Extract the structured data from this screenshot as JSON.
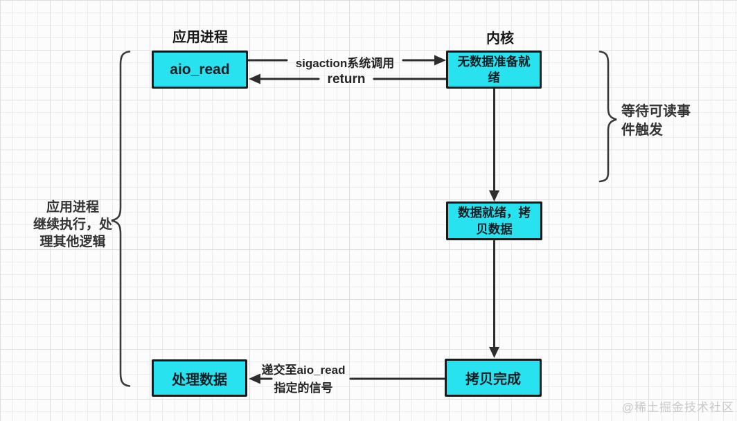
{
  "headers": {
    "app_process": "应用进程",
    "kernel": "内核"
  },
  "nodes": {
    "aio_read": {
      "label": "aio_read"
    },
    "no_data_ready": {
      "lines": [
        "无数据准备就",
        "绪"
      ]
    },
    "data_ready_copy": {
      "lines": [
        "数据就绪，拷",
        "贝数据"
      ]
    },
    "copy_complete": {
      "label": "拷贝完成"
    },
    "process_data": {
      "label": "处理数据"
    }
  },
  "edges": {
    "sigaction": {
      "label": "sigaction系统调用"
    },
    "return_edge": {
      "label": "return"
    },
    "deliver_signal": {
      "lines": [
        "递交至aio_read",
        "指定的信号"
      ]
    }
  },
  "braces": {
    "left": {
      "lines": [
        "应用进程",
        "继续执行，处",
        "理其他逻辑"
      ]
    },
    "right": {
      "lines": [
        "等待可读事",
        "件触发"
      ]
    }
  },
  "watermark": "@稀土掘金技术社区",
  "colors": {
    "node_fill": "#29E2EF",
    "node_border": "#1A1A1A",
    "line": "#2D2D2D",
    "brace": "#3A3A3A",
    "grid_minor": "#EDEDED",
    "grid_major": "#DFDFDF",
    "canvas_bg": "#FCFCFC",
    "watermark": "#C9C9C9"
  }
}
